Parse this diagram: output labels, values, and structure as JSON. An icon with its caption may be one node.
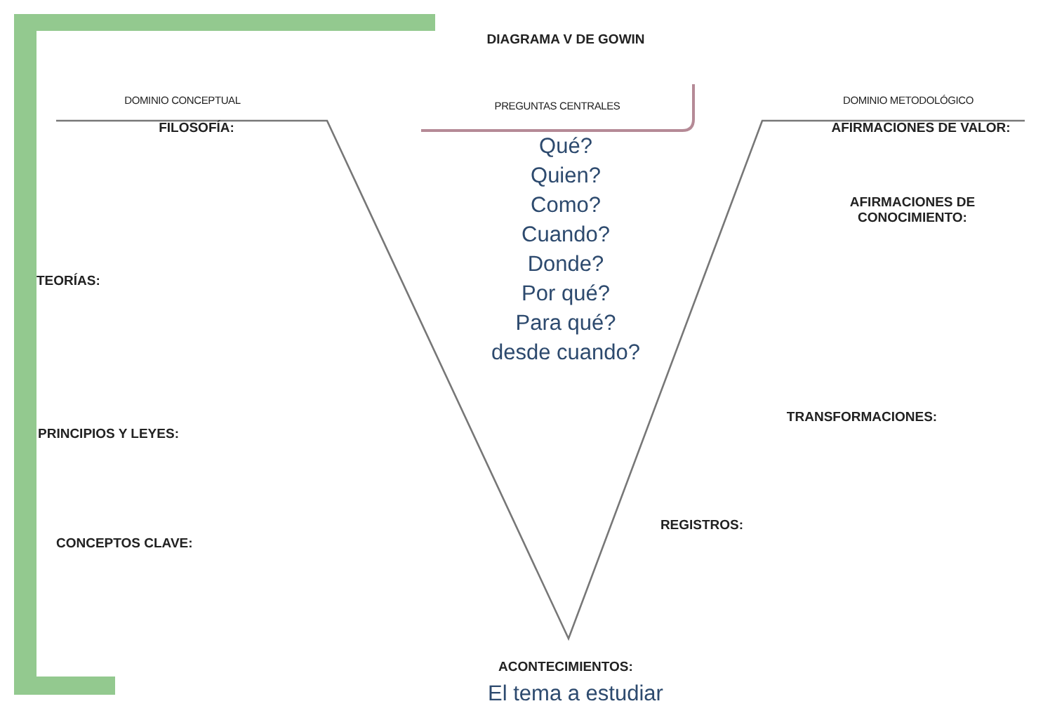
{
  "diagram": {
    "title": "DIAGRAMA V DE GOWIN",
    "nodes": [
      {
        "text": [
          "PREGUNTAS CENTRALES"
        ]
      }
    ],
    "labels": [
      "DOMINIO CONCEPTUAL",
      "DOMINIO METODOLÓGICO",
      "FILOSOFÍA:",
      "AFIRMACIONES DE VALOR:",
      "Qué?",
      "Quien?",
      "Como?",
      "AFIRMACIONES DE CONOCIMIENTO:",
      "Cuando?",
      "Donde?",
      "TEORÍAS:",
      "Por qué?",
      "Para qué?",
      "desde cuando?",
      "TRANSFORMACIONES:",
      "PRINCIPIOS Y LEYES:",
      "REGISTROS:",
      "CONCEPTOS CLAVE:",
      "ACONTECIMIENTOS:",
      "El tema a estudiar"
    ]
  }
}
